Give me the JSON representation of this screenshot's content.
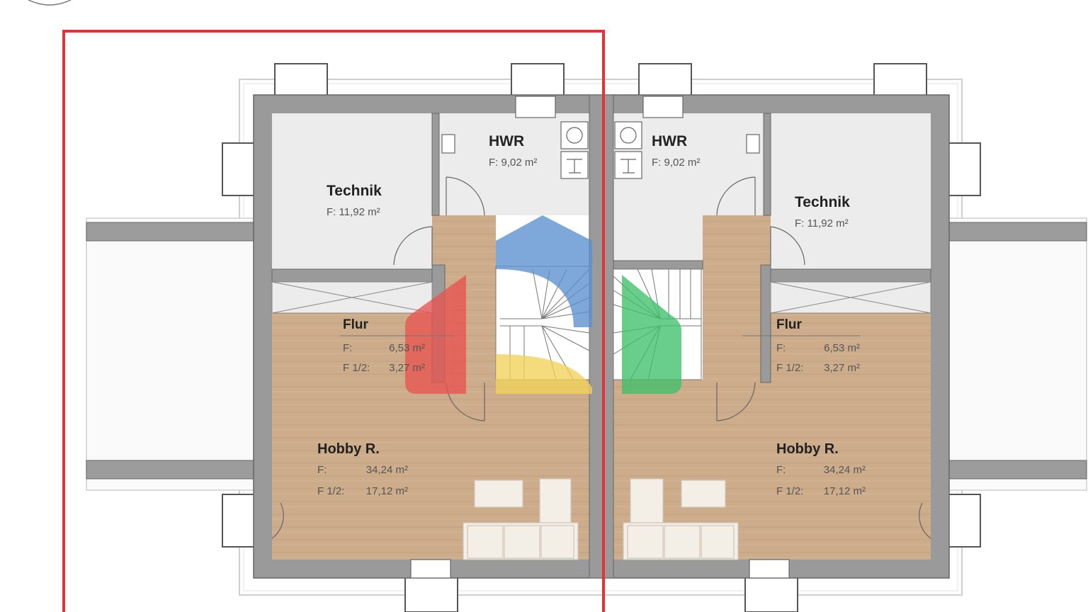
{
  "left_unit": {
    "technik": {
      "name": "Technik",
      "area": "F: 11,92 m²"
    },
    "hwr": {
      "name": "HWR",
      "area": "F: 9,02 m²"
    },
    "flur": {
      "name": "Flur",
      "area_label": "F:",
      "area_value": "6,53 m²",
      "half_label": "F 1/2:",
      "half_value": "3,27 m²"
    },
    "hobby": {
      "name": "Hobby R.",
      "area_label": "F:",
      "area_value": "34,24 m²",
      "half_label": "F 1/2:",
      "half_value": "17,12 m²"
    }
  },
  "right_unit": {
    "technik": {
      "name": "Technik",
      "area": "F: 11,92 m²"
    },
    "hwr": {
      "name": "HWR",
      "area": "F: 9,02 m²"
    },
    "flur": {
      "name": "Flur",
      "area_label": "F:",
      "area_value": "6,53 m²",
      "half_label": "F 1/2:",
      "half_value": "3,27 m²"
    },
    "hobby": {
      "name": "Hobby R.",
      "area_label": "F:",
      "area_value": "34,24 m²",
      "half_label": "F 1/2:",
      "half_value": "17,12 m²"
    }
  },
  "colors": {
    "wall": "#9a9a9a",
    "floor_wood": "#c9a887",
    "floor_tile": "#ececec",
    "property_line": "#e0343a",
    "logo_red": "#e8534f",
    "logo_blue": "#5b8fd0",
    "logo_yellow": "#f2d35a",
    "logo_green": "#3fbf6a"
  }
}
